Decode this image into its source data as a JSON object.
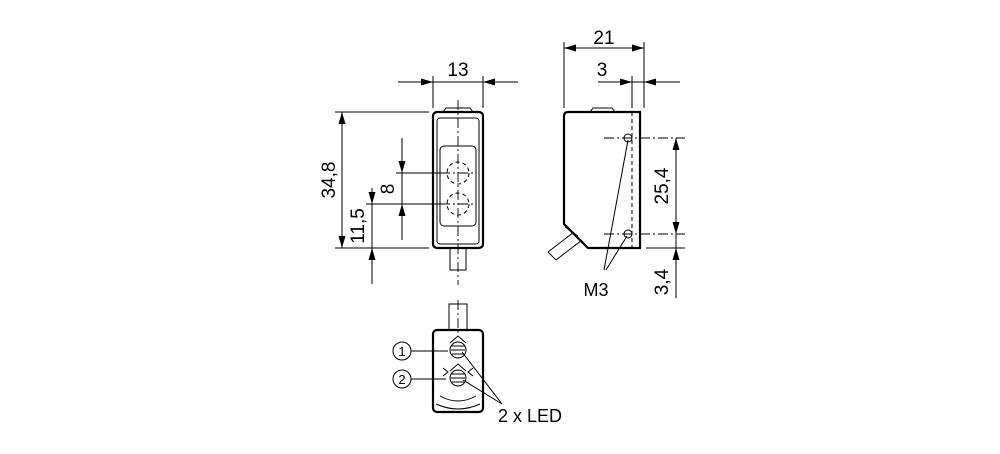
{
  "dimensions": {
    "front_width": "13",
    "front_height": "34,8",
    "lens_pitch": "8",
    "lens_offset": "11,5",
    "side_depth": "21",
    "side_hole_offset": "3",
    "side_hole_pitch": "25,4",
    "side_hole_bottom": "3,4"
  },
  "labels": {
    "thread": "M3",
    "led": "2 x LED",
    "callout_1": "1",
    "callout_2": "2"
  }
}
